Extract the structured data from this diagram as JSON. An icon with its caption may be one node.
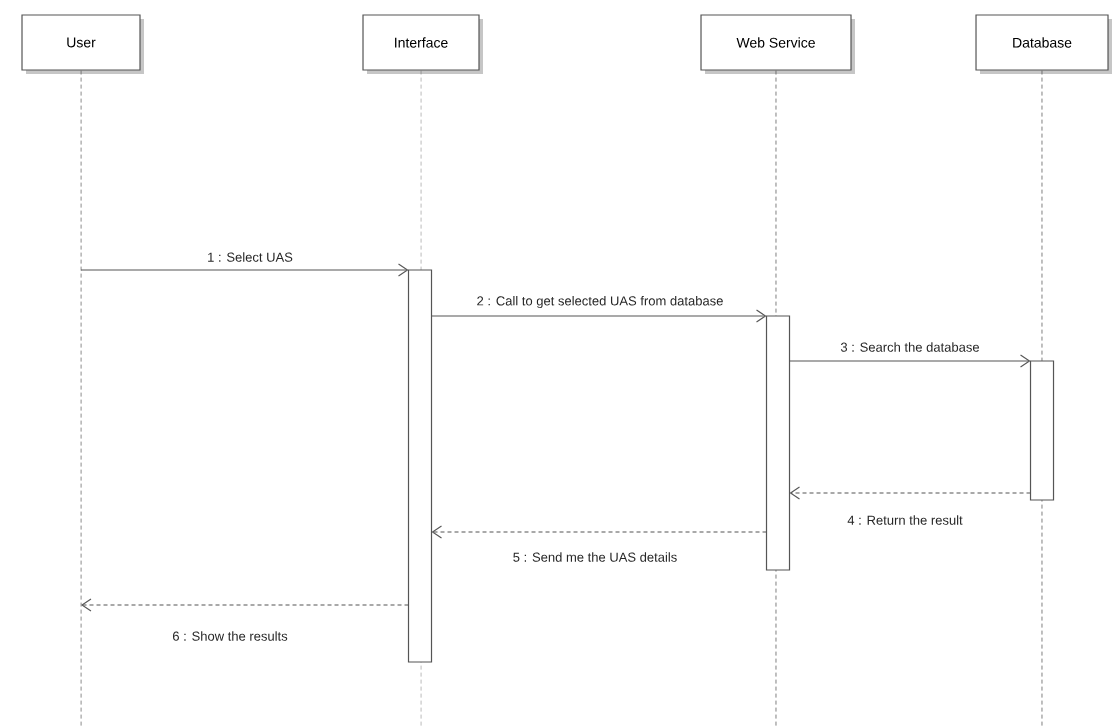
{
  "diagram": {
    "nodes": [
      {
        "text": [
          "User"
        ]
      },
      {
        "text": [
          "Interface"
        ]
      },
      {
        "text": [
          "Web Service"
        ]
      },
      {
        "text": [
          "Database"
        ]
      },
      {
        "text": [],
        "shape": "bar"
      },
      {
        "text": [],
        "shape": "bar"
      },
      {
        "text": [],
        "shape": "bar"
      }
    ],
    "edges": [
      {
        "from": null,
        "to": 4,
        "arrow": "to",
        "label": "1 : Select UAS"
      },
      {
        "from": 4,
        "to": 5,
        "arrow": "to",
        "label": "2 : Call to get selected UAS from database"
      },
      {
        "from": 5,
        "to": 6,
        "arrow": "to",
        "label": "3 : Search the database"
      },
      {
        "from": 6,
        "to": 5,
        "arrow": "to",
        "style": "dashed",
        "label": "4 : Return the result"
      },
      {
        "from": 5,
        "to": 4,
        "arrow": "to",
        "style": "dashed",
        "label": "5 : Send me the UAS details"
      },
      {
        "from": 4,
        "to": null,
        "arrow": "to",
        "style": "dashed",
        "label": "6 : Show the results"
      },
      {
        "from": 0,
        "to": null,
        "arrow": "none",
        "style": "dashed"
      },
      {
        "from": 1,
        "to": null,
        "arrow": "none",
        "style": "dashed"
      },
      {
        "from": 2,
        "to": null,
        "arrow": "none",
        "style": "dashed"
      },
      {
        "from": 3,
        "to": null,
        "arrow": "none",
        "style": "dashed"
      }
    ]
  }
}
